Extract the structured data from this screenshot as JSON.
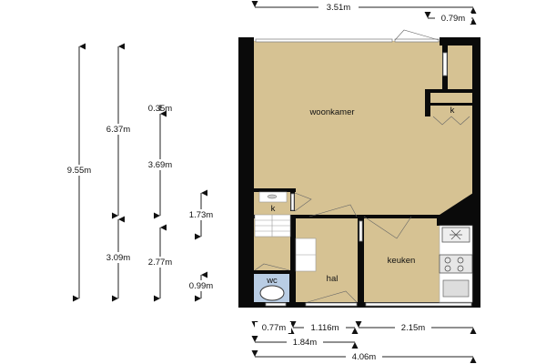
{
  "rooms": {
    "living": "woonkamer",
    "kitchen": "keuken",
    "hall": "hal",
    "toilet": "wc",
    "closet_upper": "k",
    "closet_lower": "k"
  },
  "dimensions": {
    "top_width": "3.51m",
    "top_right": "0.79m",
    "bottom_1": "0.77m",
    "bottom_2": "1.116m",
    "bottom_3": "2.15m",
    "bottom_mid": "1.84m",
    "bottom_total": "4.06m",
    "left_total": "9.55m",
    "left_upper": "6.37m",
    "left_lower": "3.09m",
    "inner_small": "0.35m",
    "inner_upper": "3.69m",
    "inner_lower": "2.77m",
    "stair": "1.73m",
    "wc": "0.99m"
  },
  "colors": {
    "floor": "#d6c293",
    "wall": "#0a0a0a",
    "wc": "#b9cde4"
  }
}
